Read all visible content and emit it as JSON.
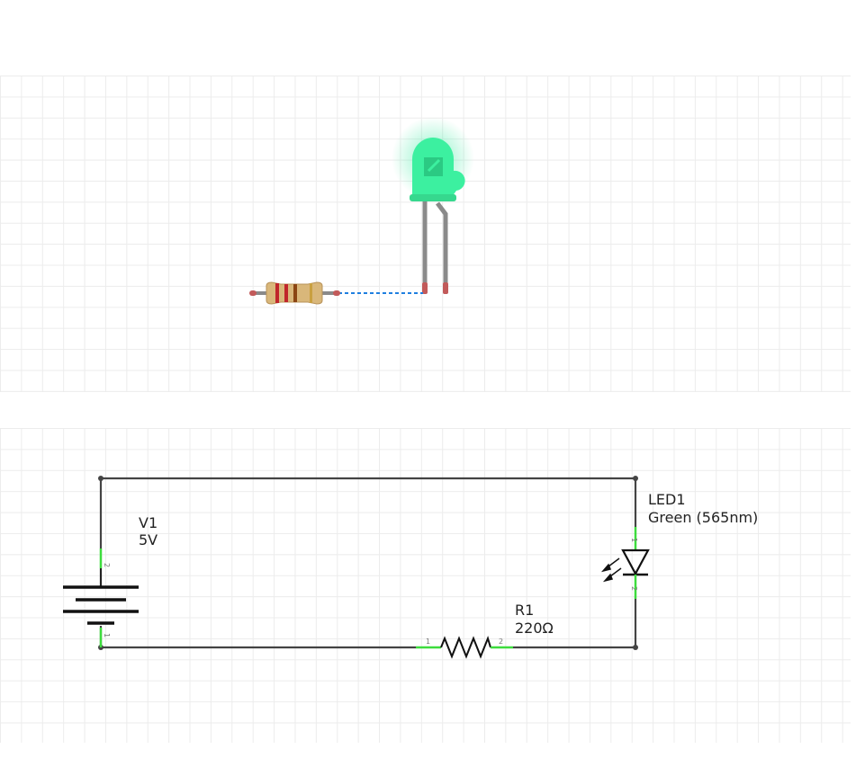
{
  "battery": {
    "ref": "V1",
    "value": "5V",
    "pin_top": "2",
    "pin_bottom": "1"
  },
  "led": {
    "ref": "LED1",
    "value": "Green (565nm)",
    "pin_top": "1",
    "pin_bottom": "2"
  },
  "resistor": {
    "ref": "R1",
    "value": "220Ω",
    "pin_left": "1",
    "pin_right": "2"
  },
  "colors": {
    "wire": "#444444",
    "pin_connected": "#3ddc3d",
    "led_glow": "#2ee89a",
    "ratsnest": "#1f7fe0",
    "resistor_body": "#d9b77a",
    "resistor_band": "#c0262b"
  }
}
